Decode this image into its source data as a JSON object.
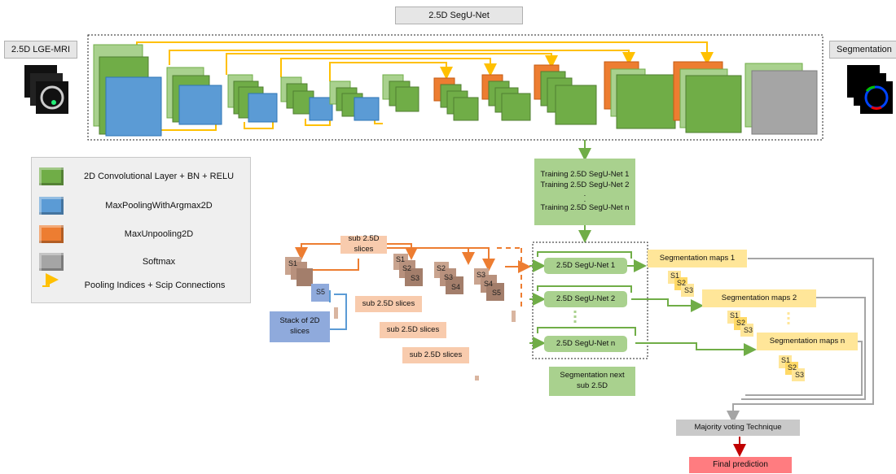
{
  "title": "2.5D SegU-Net",
  "input_label": "2.5D LGE-MRI",
  "output_label": "Segmentation",
  "legend": [
    {
      "label": "2D Convolutional Layer + BN + RELU",
      "color": "#70ad47"
    },
    {
      "label": "MaxPoolingWithArgmax2D",
      "color": "#5b9bd5"
    },
    {
      "label": "MaxUnpooling2D",
      "color": "#ed7d31"
    },
    {
      "label": "Softmax",
      "color": "#a5a5a5"
    },
    {
      "label": "Pooling Indices + Scip Connections",
      "color": "#ffc000"
    }
  ],
  "training": {
    "lines": [
      "Training 2.5D SegU-Net 1",
      "Training 2.5D SegU-Net 2",
      ".",
      ".",
      "Training 2.5D SegU-Net n"
    ]
  },
  "sub_slices": {
    "top_label": "sub 2.5D slices",
    "items": [
      "sub 2.5D slices",
      "sub 2.5D slices",
      "sub 2.5D slices"
    ],
    "stack_label": "Stack of 2D slices",
    "groups": [
      [
        "S1",
        "S2",
        "S3"
      ],
      [
        "S2",
        "S3",
        "S4"
      ],
      [
        "S3",
        "S4",
        "S5"
      ]
    ],
    "first_group": [
      "S1",
      "S5"
    ]
  },
  "segunets": [
    "2.5D SegU-Net 1",
    "2.5D SegU-Net 2",
    "2.5D SegU-Net n"
  ],
  "seg_maps": [
    "Segmentation maps 1",
    "Segmentation maps 2",
    "Segmentation maps n"
  ],
  "map_slices": [
    "S1",
    "S2",
    "S3"
  ],
  "next_label": "Segmentation next sub 2.5D",
  "voting": "Majority voting Technique",
  "final": "Final prediction"
}
